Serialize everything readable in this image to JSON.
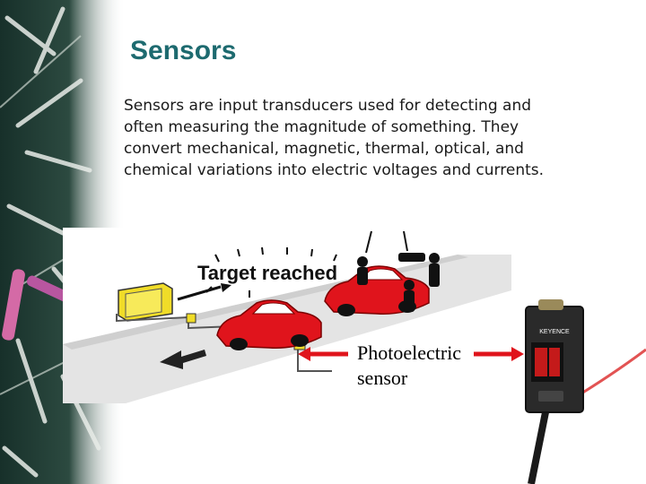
{
  "slide": {
    "title": "Sensors",
    "body": "Sensors are input transducers used for detecting and often measuring the magnitude of something. They convert mechanical, magnetic, thermal, optical, and chemical variations into electric voltages and currents."
  },
  "illustration": {
    "banner_text": "Target reached",
    "caption_line1": "Photoelectric",
    "caption_line2": "sensor"
  },
  "device": {
    "brand": "KEYENCE"
  },
  "colors": {
    "title": "#1d6a6f",
    "chalkboard": "#1f3a30",
    "car": "#e0141c",
    "arrow": "#e0141c"
  }
}
